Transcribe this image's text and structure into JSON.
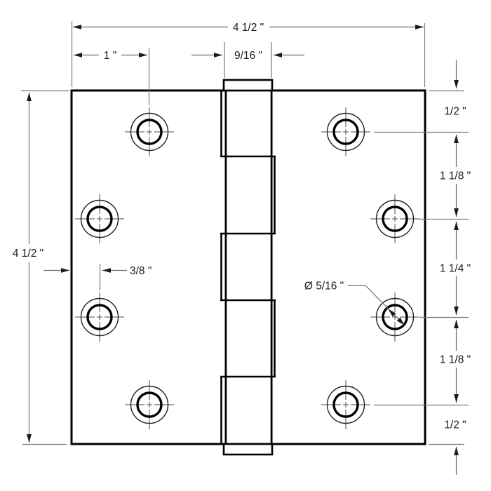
{
  "drawing": {
    "dimension_labels": {
      "overall_width": "4 1/2 \"",
      "overall_height": "4 1/2 \"",
      "top_hole_inset": "1 \"",
      "knuckle_width": "9/16 \"",
      "side_hole_inset": "3/8 \"",
      "hole_diameter": "Ø 5/16 \"",
      "chain": {
        "top_margin": "1/2 \"",
        "spacing_1": "1 1/8 \"",
        "spacing_2": "1 1/4 \"",
        "spacing_3": "1 1/8 \"",
        "bottom_margin": "1/2 \""
      }
    },
    "part": {
      "hole_count": 8,
      "knuckle_count": 5
    },
    "colors": {
      "background": "#ffffff",
      "outline": "#000000",
      "dimension_line": "#7a7a7a",
      "arrow": "#1a1a1a",
      "text": "#1a1a1a"
    }
  }
}
